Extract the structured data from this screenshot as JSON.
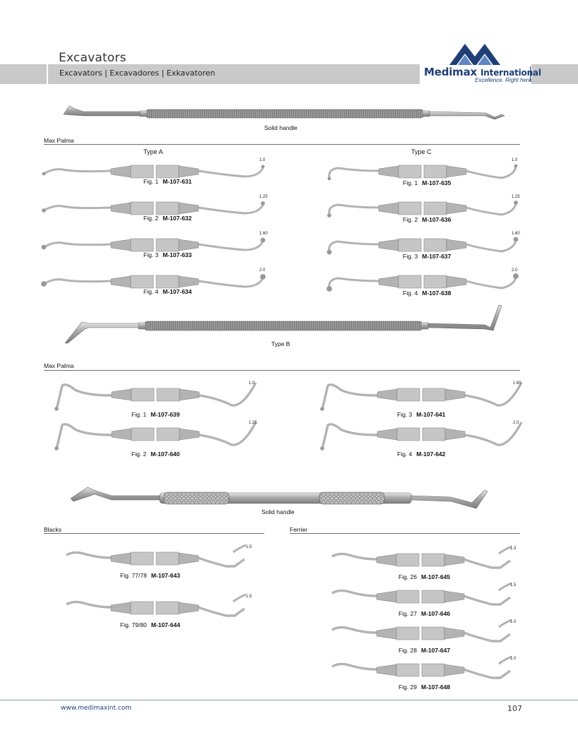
{
  "header": {
    "title": "Excavators",
    "subtitle": "Excavators | Excavadores | Exkavatoren",
    "brand_name": "Medimax",
    "brand_suffix": "International",
    "brand_tagline": "Excellence. Right here."
  },
  "handles": {
    "solid_handle_1": "Solid handle",
    "type_b": "Type B",
    "solid_handle_2": "Solid handle"
  },
  "sections": {
    "max_palma_1": "Max Palma",
    "type_a": "Type  A",
    "type_c": "Type  C",
    "max_palma_2": "Max Palma",
    "blacks": "Blacks",
    "ferrier": "Ferrier"
  },
  "type_a_items": [
    {
      "fig": "Fig. 1",
      "code": "M-107-631",
      "size": "1.0"
    },
    {
      "fig": "Fig. 2",
      "code": "M-107-632",
      "size": "1.25"
    },
    {
      "fig": "Fig. 3",
      "code": "M-107-633",
      "size": "1.60"
    },
    {
      "fig": "Fig. 4",
      "code": "M-107-634",
      "size": "2.0"
    }
  ],
  "type_c_items": [
    {
      "fig": "Fig. 1",
      "code": "M-107-635",
      "size": "1.0"
    },
    {
      "fig": "Fig. 2",
      "code": "M-107-636",
      "size": "1.25"
    },
    {
      "fig": "Fig. 3",
      "code": "M-107-637",
      "size": "1.60"
    },
    {
      "fig": "Fig. 4",
      "code": "M-107-638",
      "size": "2.0"
    }
  ],
  "type_b_items": [
    {
      "fig": "Fig. 1",
      "code": "M-107-639",
      "size": "1.0"
    },
    {
      "fig": "Fig. 2",
      "code": "M-107-640",
      "size": "1.25"
    },
    {
      "fig": "Fig. 3",
      "code": "M-107-641",
      "size": "1.60"
    },
    {
      "fig": "Fig. 4",
      "code": "M-107-642",
      "size": "2.0"
    }
  ],
  "blacks_items": [
    {
      "fig": "Fig. 77/78",
      "code": "M-107-643",
      "size": "1.5"
    },
    {
      "fig": "Fig. 79/80",
      "code": "M-107-644",
      "size": "1.5"
    }
  ],
  "ferrier_items": [
    {
      "fig": "Fig. 26",
      "code": "M-107-645",
      "size": "1.3"
    },
    {
      "fig": "Fig. 27",
      "code": "M-107-646",
      "size": "1.5"
    },
    {
      "fig": "Fig. 28",
      "code": "M-107-647",
      "size": "1.0"
    },
    {
      "fig": "Fig. 29",
      "code": "M-107-648",
      "size": "1.0"
    }
  ],
  "footer": {
    "url": "www.medimaxint.com",
    "page_number": "107"
  },
  "colors": {
    "banner": "#c9c9c9",
    "brand_blue": "#1f3f78",
    "instrument_gray": "#b3b3b3",
    "instrument_edge": "#7a7a7a"
  }
}
